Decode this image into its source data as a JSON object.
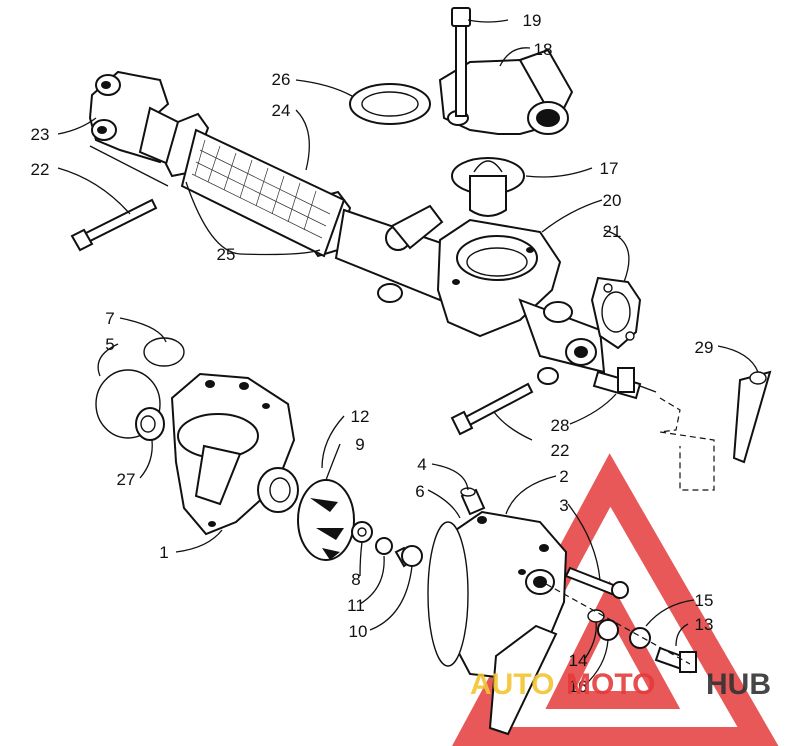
{
  "diagram": {
    "callouts": [
      "19",
      "18",
      "26",
      "24",
      "17",
      "23",
      "20",
      "22",
      "21",
      "25",
      "7",
      "5",
      "29",
      "12",
      "9",
      "28",
      "22",
      "27",
      "4",
      "2",
      "6",
      "3",
      "1",
      "8",
      "15",
      "11",
      "13",
      "10",
      "14",
      "16"
    ]
  },
  "watermark": {
    "word_auto": "AUTO",
    "word_moto": "MOTO",
    "word_hub": "HUB",
    "color_red": "#e53b3b",
    "color_yellow": "#f3c431",
    "color_dark": "#333333"
  }
}
